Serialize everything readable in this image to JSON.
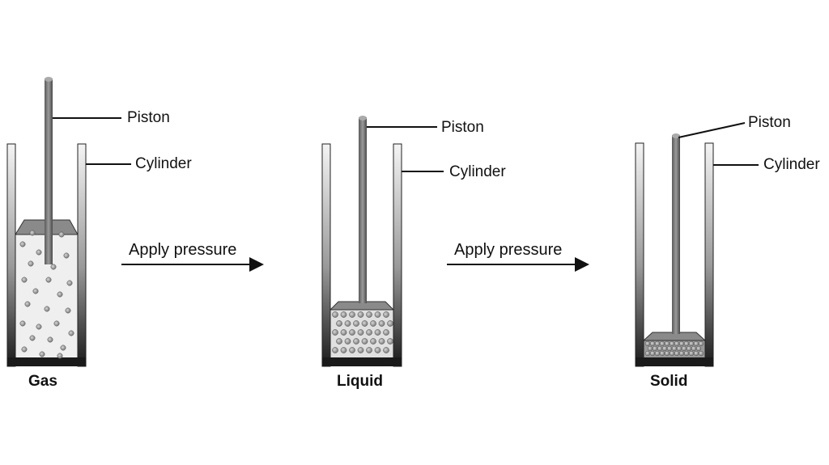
{
  "labels": {
    "piston": "Piston",
    "cylinder": "Cylinder",
    "apply_pressure": "Apply pressure"
  },
  "states": [
    {
      "name": "Gas"
    },
    {
      "name": "Liquid"
    },
    {
      "name": "Solid"
    }
  ],
  "colors": {
    "line": "#111111",
    "wall_top": "#f2f2f2",
    "wall_bottom": "#1a1a1a",
    "particle": "#8c8c8c",
    "fill": "#eeeeee"
  }
}
